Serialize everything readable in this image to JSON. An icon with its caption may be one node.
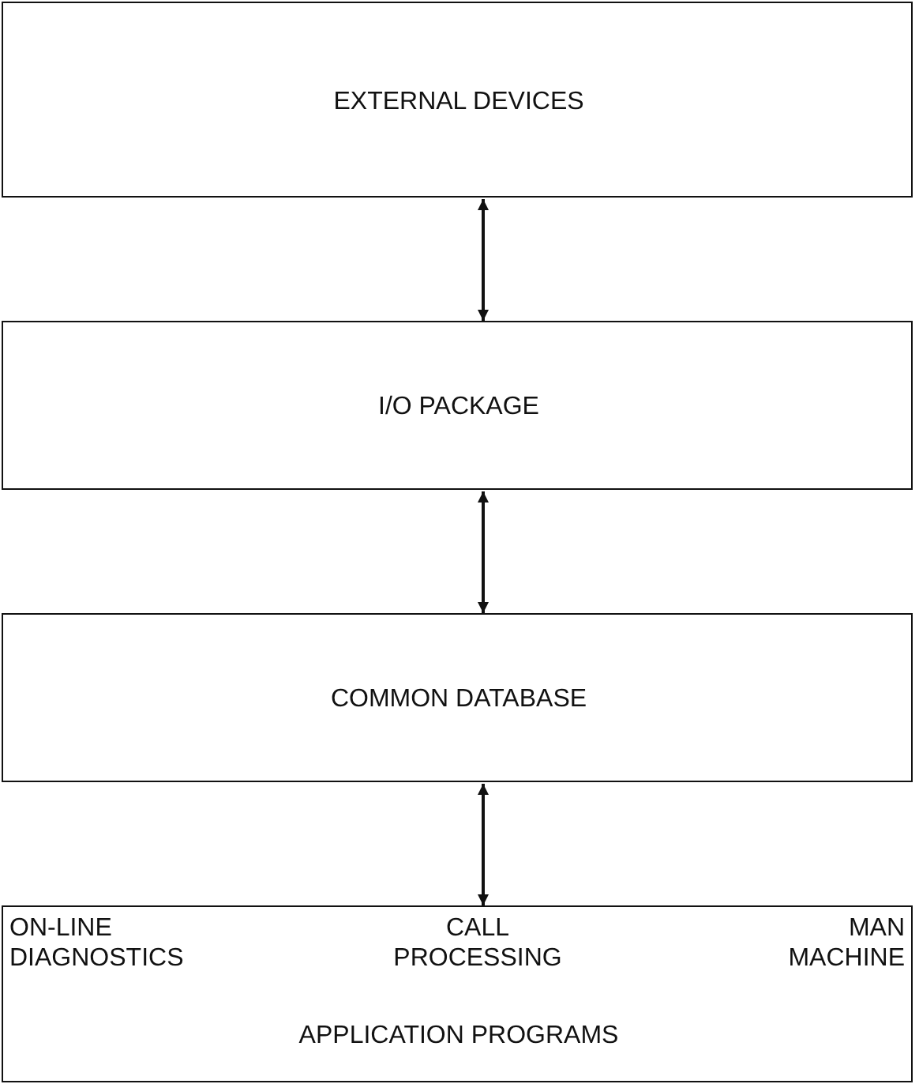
{
  "diagram": {
    "nodes": [
      {
        "text": [
          "EXTERNAL DEVICES"
        ]
      },
      {
        "text": [
          "I/O PACKAGE"
        ]
      },
      {
        "text": [
          "COMMON DATABASE"
        ]
      },
      {
        "text": [
          "ON-LINE DIAGNOSTICS",
          "CALL PROCESSING",
          "MAN MACHINE",
          "APPLICATION PROGRAMS"
        ]
      }
    ],
    "edges": [
      {
        "from": 0,
        "to": 1,
        "arrow": "both"
      },
      {
        "from": 1,
        "to": 2,
        "arrow": "both"
      },
      {
        "from": 2,
        "to": 3,
        "arrow": "both"
      }
    ]
  }
}
